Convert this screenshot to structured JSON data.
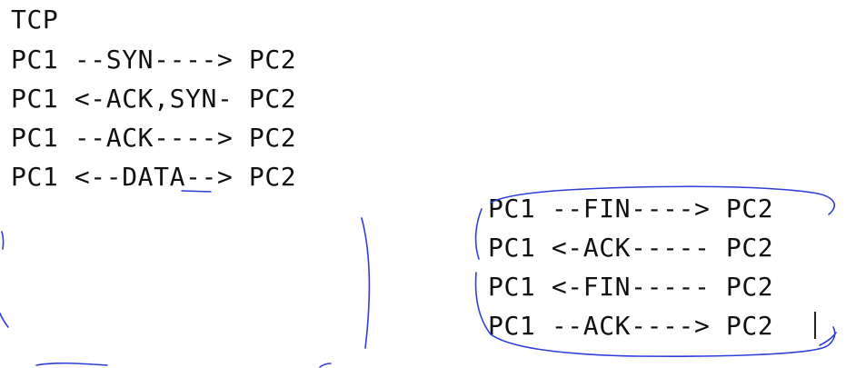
{
  "title": "TCP",
  "handshake": [
    "PC1 --SYN----> PC2",
    "PC1 <-ACK,SYN- PC2",
    "PC1 --ACK----> PC2",
    "PC1 <--DATA--> PC2"
  ],
  "teardown": [
    "PC1 --FIN----> PC2",
    "PC1 <-ACK----- PC2",
    "PC1 <-FIN----- PC2",
    "PC1 --ACK----> PC2"
  ],
  "annotation_color": "#2f3fd8",
  "text_color": "#111111"
}
